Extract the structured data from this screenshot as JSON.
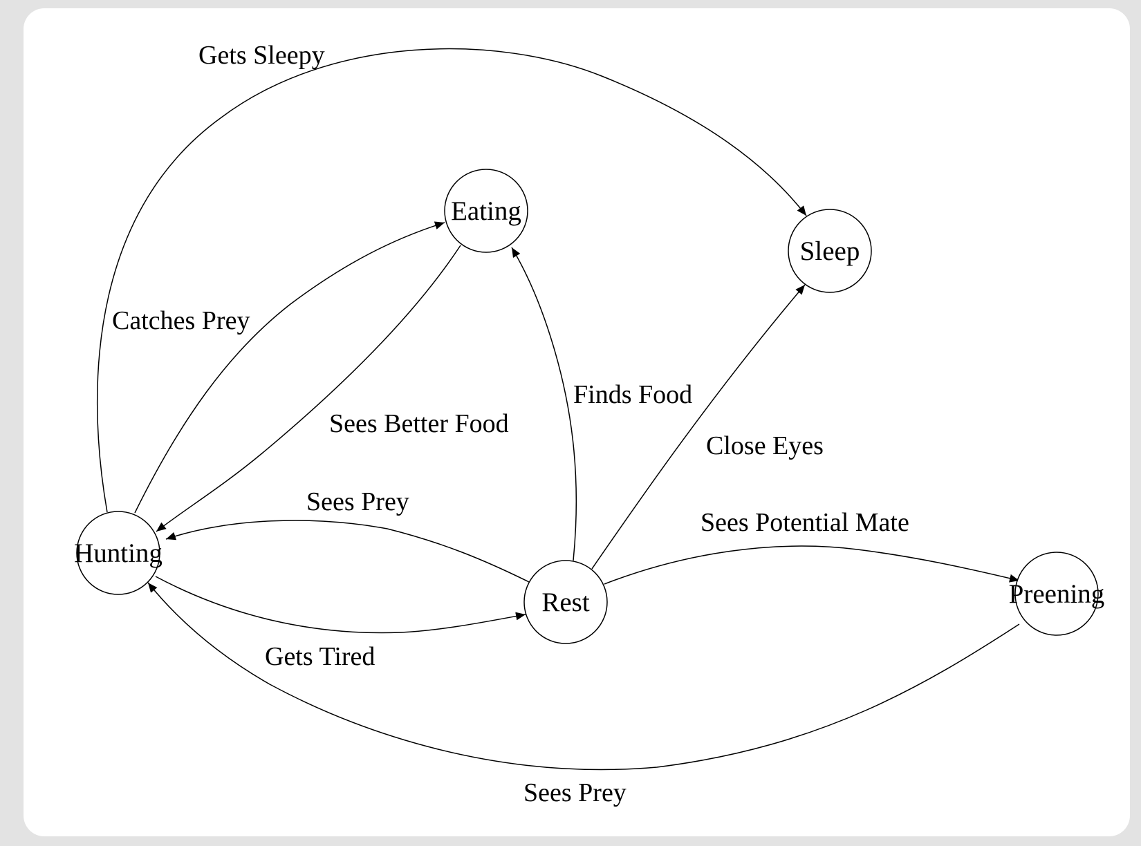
{
  "diagram": {
    "nodes": [
      {
        "id": "hunting",
        "label": "Hunting"
      },
      {
        "id": "eating",
        "label": "Eating"
      },
      {
        "id": "sleep",
        "label": "Sleep"
      },
      {
        "id": "rest",
        "label": "Rest"
      },
      {
        "id": "preening",
        "label": "Preening"
      }
    ],
    "edges": [
      {
        "id": "hunting-sleep",
        "from": "Hunting",
        "to": "Sleep",
        "label": "Gets Sleepy"
      },
      {
        "id": "hunting-eating",
        "from": "Hunting",
        "to": "Eating",
        "label": "Catches Prey"
      },
      {
        "id": "eating-hunting",
        "from": "Eating",
        "to": "Hunting",
        "label": "Sees Better Food"
      },
      {
        "id": "rest-eating",
        "from": "Rest",
        "to": "Eating",
        "label": "Finds Food"
      },
      {
        "id": "rest-sleep",
        "from": "Rest",
        "to": "Sleep",
        "label": "Close Eyes"
      },
      {
        "id": "rest-hunting",
        "from": "Rest",
        "to": "Hunting",
        "label": "Sees Prey"
      },
      {
        "id": "rest-preening",
        "from": "Rest",
        "to": "Preening",
        "label": "Sees Potential Mate"
      },
      {
        "id": "hunting-rest",
        "from": "Hunting",
        "to": "Rest",
        "label": "Gets Tired"
      },
      {
        "id": "preening-hunting",
        "from": "Preening",
        "to": "Hunting",
        "label": "Sees Prey"
      }
    ]
  }
}
